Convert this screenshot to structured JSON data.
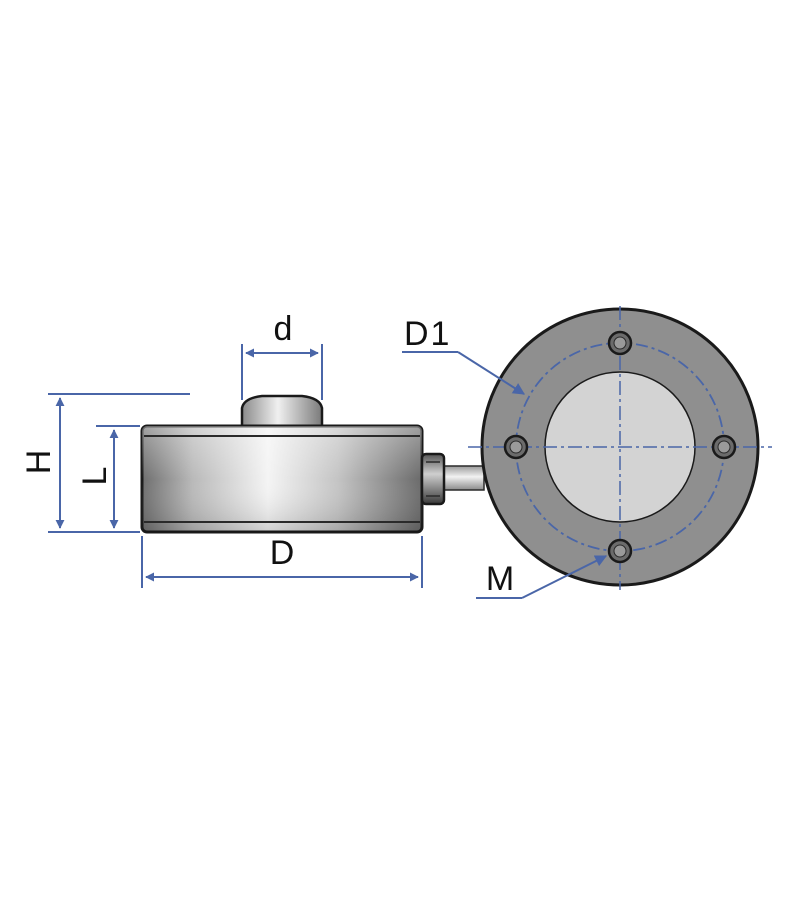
{
  "labels": {
    "d": "d",
    "H": "H",
    "L": "L",
    "D": "D",
    "D1": "D1",
    "M": "M"
  },
  "colors": {
    "dimension_line": "#4a66a8",
    "outline": "#1a1a1a",
    "ring_fill": "#8f8f8f",
    "center_fill": "#d3d3d3",
    "bolt_hole": "#6b6b6b",
    "background": "#ffffff"
  },
  "icons": {
    "bolt": "bolt-hole-icon",
    "connector": "cable-connector-icon"
  }
}
